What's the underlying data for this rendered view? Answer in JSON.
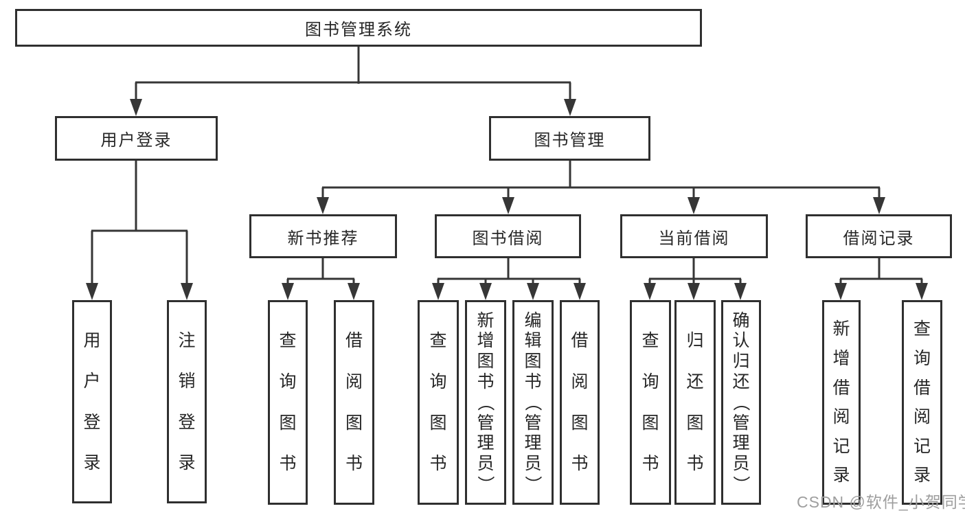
{
  "colors": {
    "line": "#363636",
    "border": "#2f2f2f",
    "text": "#262626",
    "watermark": "#9e9e9e",
    "background": "#ffffff"
  },
  "tree": {
    "root": {
      "label": "图书管理系统",
      "children": [
        {
          "label": "用户登录",
          "children": [
            {
              "label": "用户登录"
            },
            {
              "label": "注销登录"
            }
          ]
        },
        {
          "label": "图书管理",
          "children": [
            {
              "label": "新书推荐",
              "children": [
                {
                  "label": "查询图书"
                },
                {
                  "label": "借阅图书"
                }
              ]
            },
            {
              "label": "图书借阅",
              "children": [
                {
                  "label": "查询图书"
                },
                {
                  "label": "新增图书（管理员）"
                },
                {
                  "label": "编辑图书（管理员）"
                },
                {
                  "label": "借阅图书"
                }
              ]
            },
            {
              "label": "当前借阅",
              "children": [
                {
                  "label": "查询图书"
                },
                {
                  "label": "归还图书"
                },
                {
                  "label": "确认归还（管理员）"
                }
              ]
            },
            {
              "label": "借阅记录",
              "children": [
                {
                  "label": "新增借阅记录"
                },
                {
                  "label": "查询借阅记录"
                }
              ]
            }
          ]
        }
      ]
    }
  },
  "watermark": {
    "text": "CSDN @软件_小贺同学"
  }
}
